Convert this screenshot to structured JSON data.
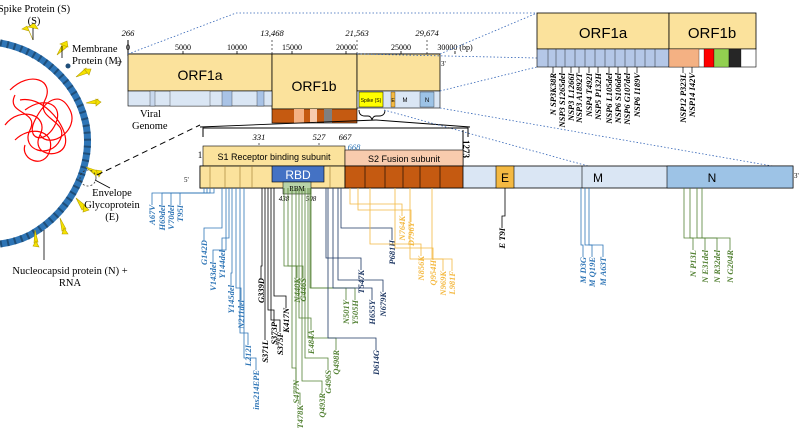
{
  "virus": {
    "spike_label": "Spike Protein (S)",
    "membrane_label": "Membrane Protein (M)",
    "envelope_label": "Envelope Glycoprotein (E)",
    "nucleocapsid_label": "Nucleocapsid protein (N) + RNA"
  },
  "genome": {
    "viral_genome_label": "Viral Genome",
    "five_prime": "5'",
    "three_prime": "3'",
    "scale_ticks": [
      "0",
      "5000",
      "10000",
      "15000",
      "20000",
      "25000",
      "30000 (bp)"
    ],
    "position_labels": [
      "266",
      "13,468",
      "21,563",
      "29,674"
    ],
    "orf1a": "ORF1a",
    "orf1b": "ORF1b",
    "spike_box": "Spike (S)",
    "e_box": "E",
    "m_box": "M",
    "n_box": "N"
  },
  "orf_inset": {
    "orf1a": "ORF1a",
    "orf1b": "ORF1b",
    "orf1a_mutations": [
      "N_SP3K38R",
      "NSP3_S1265del",
      "NSP3_L1266I",
      "NSP3_A1892T",
      "NSP4_T492I",
      "NSP5_P132H",
      "NSP6_L105del",
      "NSP6_S106del",
      "NSP6_G107del",
      "NSP6_I189V"
    ],
    "orf1b_mutations": [
      "NSP12_P323L",
      "NSP14_I42V"
    ]
  },
  "spike": {
    "five_prime": "5'",
    "three_prime": "3'",
    "pos_1": "1",
    "pos_331": "331",
    "pos_527": "527",
    "pos_667": "667",
    "pos_668": "668",
    "pos_1273": "1273",
    "pos_438": "438",
    "pos_508": "508",
    "s1_label": "S1 Receptor binding subunit",
    "s2_label": "S2 Fusion subunit",
    "rbd": "RBD",
    "rbm": "RBM",
    "e_box": "E",
    "m_box": "M",
    "n_box": "N"
  },
  "mutations": {
    "s1": [
      "A67V",
      "H69del",
      "V70del",
      "T95I",
      "G142D",
      "V143del",
      "Y144del",
      "Y145del",
      "N211del",
      "L212I",
      "ins214EPE"
    ],
    "rbd_black": [
      "G339D",
      "S371L",
      "S373P",
      "S375F",
      "K417N"
    ],
    "rbd_green": [
      "N440K",
      "G446S",
      "S477N",
      "T478K",
      "E484A",
      "Q493R",
      "G496S",
      "Q498R",
      "N501Y",
      "Y505H"
    ],
    "s1_post": [
      "T547K",
      "H655Y",
      "N679K",
      "P681H",
      "D614G"
    ],
    "s2": [
      "N764K",
      "D796Y",
      "N856K",
      "Q954H",
      "N969K",
      "L981F"
    ],
    "e": [
      "E_T9I"
    ],
    "m": [
      "M_D3G",
      "M_Q19E",
      "M_A63T"
    ],
    "n": [
      "N_P13L",
      "N_E31del",
      "N_R32del",
      "N_G204R"
    ]
  },
  "colors": {
    "orf1a": "#fbe29c",
    "orf1b": "#fbe29c",
    "s1": "#fbe29c",
    "s2": "#c55a11",
    "rbd": "#4472c4",
    "rbm": "#b8d3a8",
    "e_box": "#f4b942",
    "m_box": "#9dc3e6",
    "n_box": "#9dc3e6",
    "backbone": "#dae6f4",
    "s1_mut": "#2e75b6",
    "rbd_black_mut": "#000000",
    "rbd_green_mut": "#548235",
    "s2_mut": "#f4b942",
    "m_mut": "#2e75b6",
    "n_mut": "#548235",
    "envelope": "#2e75b6",
    "spike_glyph": "#f5e200",
    "rna": "#ff0000"
  }
}
